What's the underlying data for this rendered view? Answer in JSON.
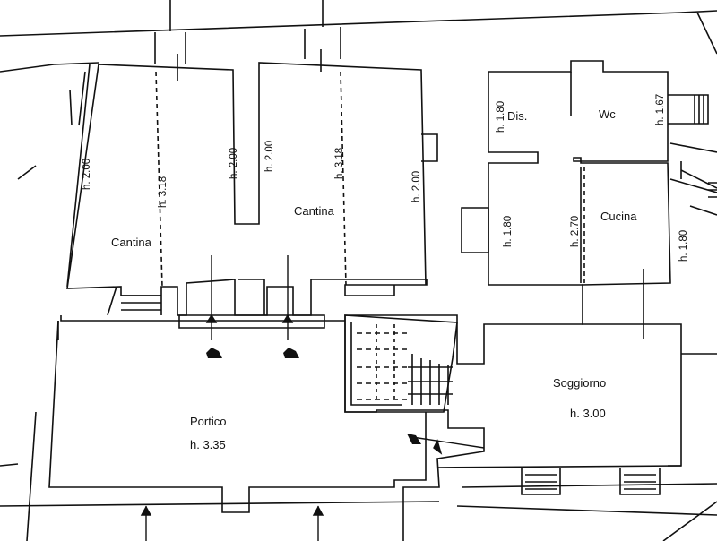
{
  "rooms": {
    "cantina_left": {
      "name": "Cantina"
    },
    "cantina_right": {
      "name": "Cantina"
    },
    "dis": {
      "name": "Dis."
    },
    "wc": {
      "name": "Wc"
    },
    "cucina": {
      "name": "Cucina"
    },
    "soggiorno": {
      "name": "Soggiorno",
      "height": "h. 3.00"
    },
    "portico": {
      "name": "Portico",
      "height": "h. 3.35"
    }
  },
  "heights": {
    "cl_left": "h. 2.00",
    "cl_mid": "h. 3.18",
    "cl_right": "h. 2.00",
    "cr_left": "h. 2.00",
    "cr_mid": "h. 3.18",
    "cr_right": "h. 2.00",
    "dis": "h. 1.80",
    "wc": "h. 1.67",
    "cucina_left_wall": "h. 1.80",
    "cucina_mid": "h. 2.70",
    "cucina_right": "h. 1.80"
  },
  "colors": {
    "line": "#111111",
    "background": "#ffffff"
  }
}
